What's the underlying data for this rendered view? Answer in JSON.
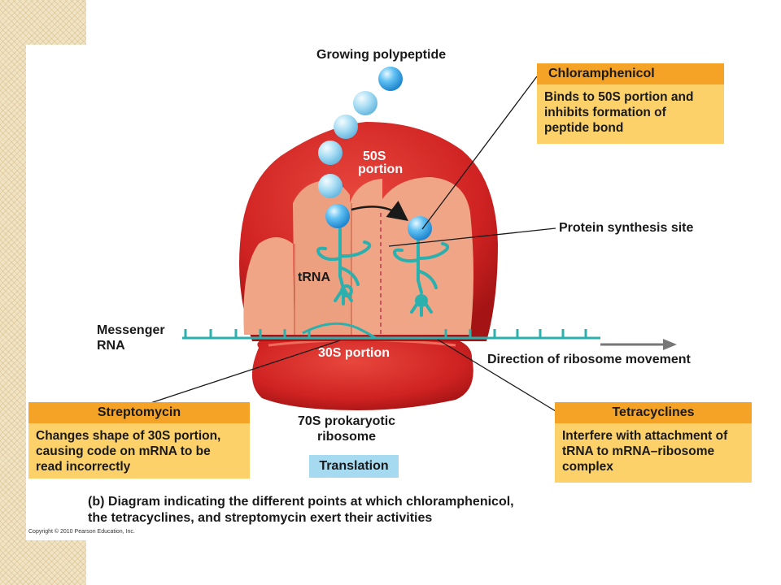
{
  "diagram": {
    "labels": {
      "growing_polypeptide": "Growing polypeptide",
      "portion_50s_line1": "50S",
      "portion_50s_line2": "portion",
      "trna": "tRNA",
      "protein_synthesis_site": "Protein synthesis site",
      "messenger_rna_line1": "Messenger",
      "messenger_rna_line2": "RNA",
      "portion_30s": "30S portion",
      "direction": "Direction of ribosome movement",
      "ribosome_line1": "70S prokaryotic",
      "ribosome_line2": "ribosome"
    },
    "translation_label": "Translation",
    "boxes": {
      "chloramphenicol": {
        "title": "Chloramphenicol",
        "lines": [
          "Binds to 50S portion and",
          "inhibits formation of",
          "peptide bond"
        ]
      },
      "streptomycin": {
        "title": "Streptomycin",
        "lines": [
          "Changes shape of 30S portion,",
          "causing code on mRNA to be",
          "read incorrectly"
        ]
      },
      "tetracyclines": {
        "title": "Tetracyclines",
        "lines": [
          "Interfere with attachment of",
          "tRNA to mRNA–ribosome",
          "complex"
        ]
      }
    },
    "caption": {
      "part": "(b)",
      "line1": "Diagram indicating the different points at which chloramphenicol,",
      "line2": "the tetracyclines, and streptomycin exert their activities"
    },
    "copyright": "Copyright © 2010 Pearson Education, Inc.",
    "colors": {
      "ribosome_red": "#d42a2a",
      "ribosome_inner": "#f0a586",
      "trna_teal": "#2bb0ae",
      "box_fill": "#fcd16a",
      "box_header": "#f5a327",
      "translation_fill": "#a6daf0",
      "bead_blue": "#3aa9ea"
    }
  }
}
